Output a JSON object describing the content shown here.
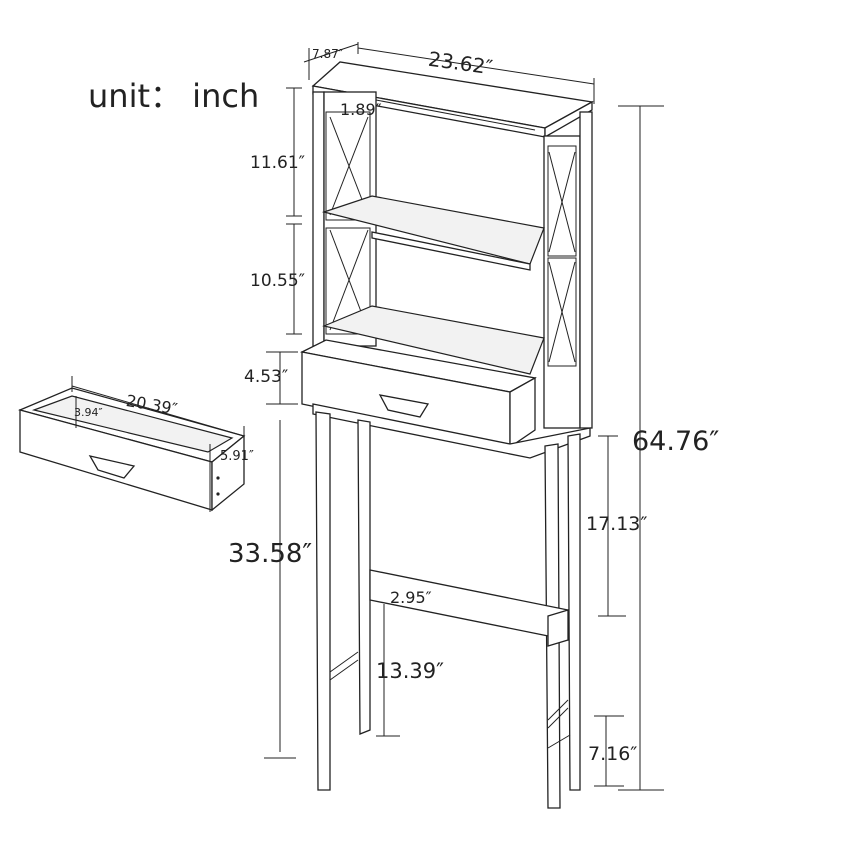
{
  "unit_label": "unit： inch",
  "dimensions": {
    "depth": "7.87″",
    "width": "23.62″",
    "shelf_gap_top": "1.89″",
    "upper_section": "11.61″",
    "middle_section": "10.55″",
    "drawer_height": "4.53″",
    "total_height": "64.76″",
    "leg_height": "33.58″",
    "side_lower_section": "17.13″",
    "crossbar_height": "2.95″",
    "crossbar_to_floor": "13.39″",
    "leg_bottom": "7.16″",
    "drawer_length": "20.39″",
    "drawer_inner_depth": "3.94″",
    "drawer_depth": "5.91″"
  }
}
